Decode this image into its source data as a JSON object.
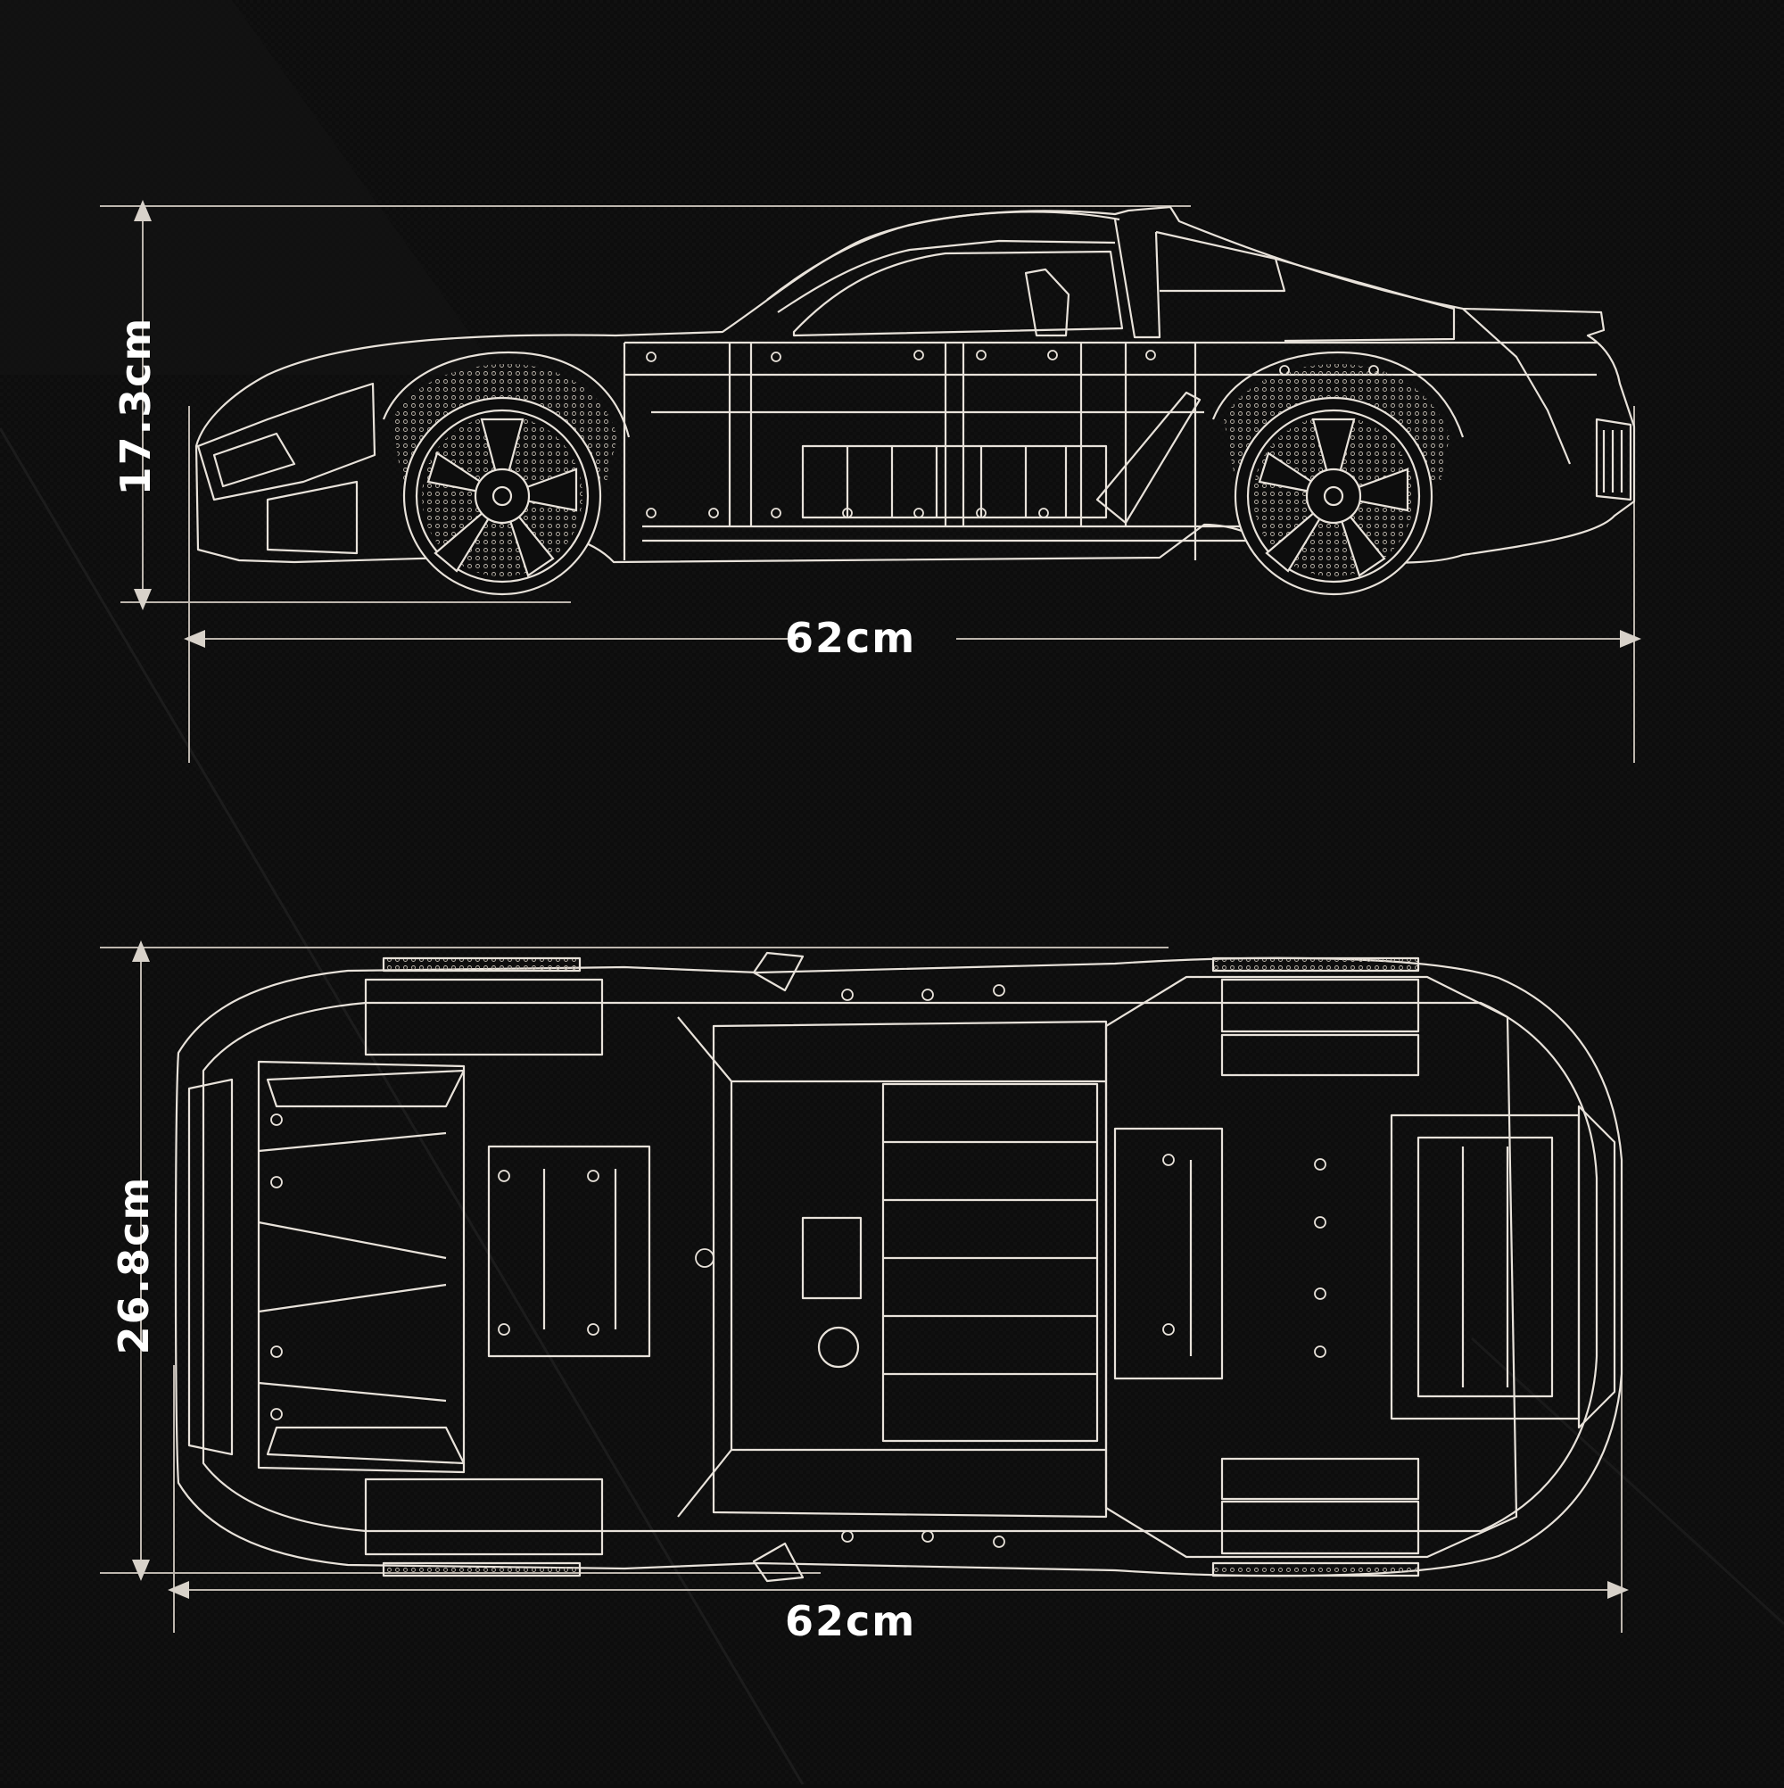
{
  "colors": {
    "background": "#0d0d0d",
    "line": "#e8e2da",
    "dim_line": "#b8b2aa"
  },
  "side_view": {
    "length_label": "62cm",
    "height_label": "17.3cm"
  },
  "top_view": {
    "length_label": "62cm",
    "width_label": "26.8cm"
  }
}
